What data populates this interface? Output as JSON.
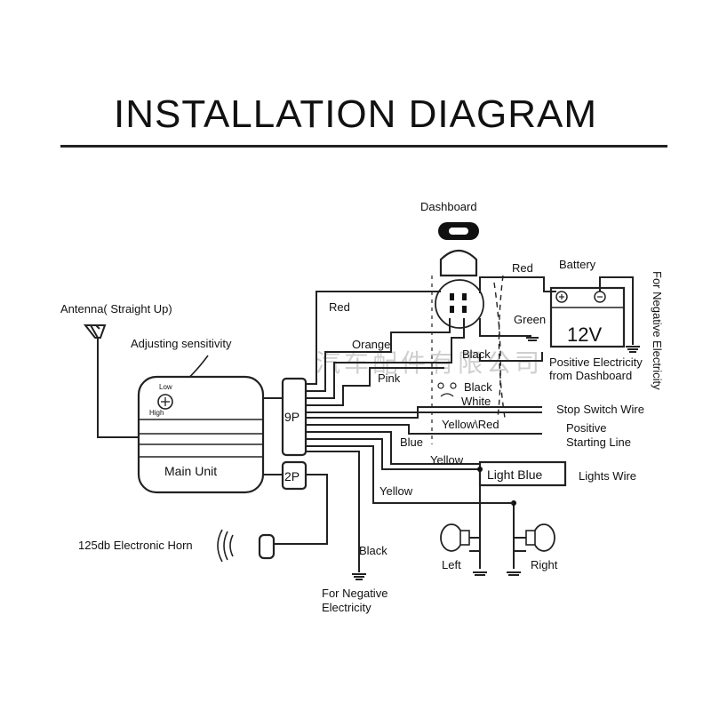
{
  "title": "INSTALLATION DIAGRAM",
  "labels": {
    "dashboard": "Dashboard",
    "battery": "Battery",
    "battery_voltage": "12V",
    "for_negative_electricity_right": "For Negative Electricity",
    "antenna": "Antenna( Straight Up)",
    "adjusting_sensitivity": "Adjusting sensitivity",
    "knob_low": "Low",
    "knob_high": "High",
    "main_unit": "Main Unit",
    "connector_9p": "9P",
    "connector_2p": "2P",
    "horn": "125db Electronic Horn",
    "for_negative_electricity_bottom_1": "For Negative",
    "for_negative_electricity_bottom_2": "Electricity",
    "positive_electricity_dashboard_1": "Positive Electricity",
    "positive_electricity_dashboard_2": "from  Dashboard",
    "stop_switch_wire": "Stop Switch Wire",
    "positive_starting_line_1": "Positive",
    "positive_starting_line_2": "Starting Line",
    "lights_wire": "Lights Wire",
    "light_blue": "Light Blue",
    "left": "Left",
    "right": "Right"
  },
  "wires": {
    "red_top": "Red",
    "red_main": "Red",
    "green": "Green",
    "orange": "Orange",
    "black_upper": "Black",
    "pink": "Pink",
    "black_white_1": "Black",
    "black_white_2": "White",
    "yellow_red": "Yellow\\Red",
    "blue": "Blue",
    "yellow_upper": "Yellow",
    "yellow_lower": "Yellow",
    "black_ground": "Black"
  },
  "watermark": "汽车配件有限公司",
  "colors": {
    "line": "#222222",
    "background": "#ffffff",
    "watermark": "#cfcfcf"
  }
}
